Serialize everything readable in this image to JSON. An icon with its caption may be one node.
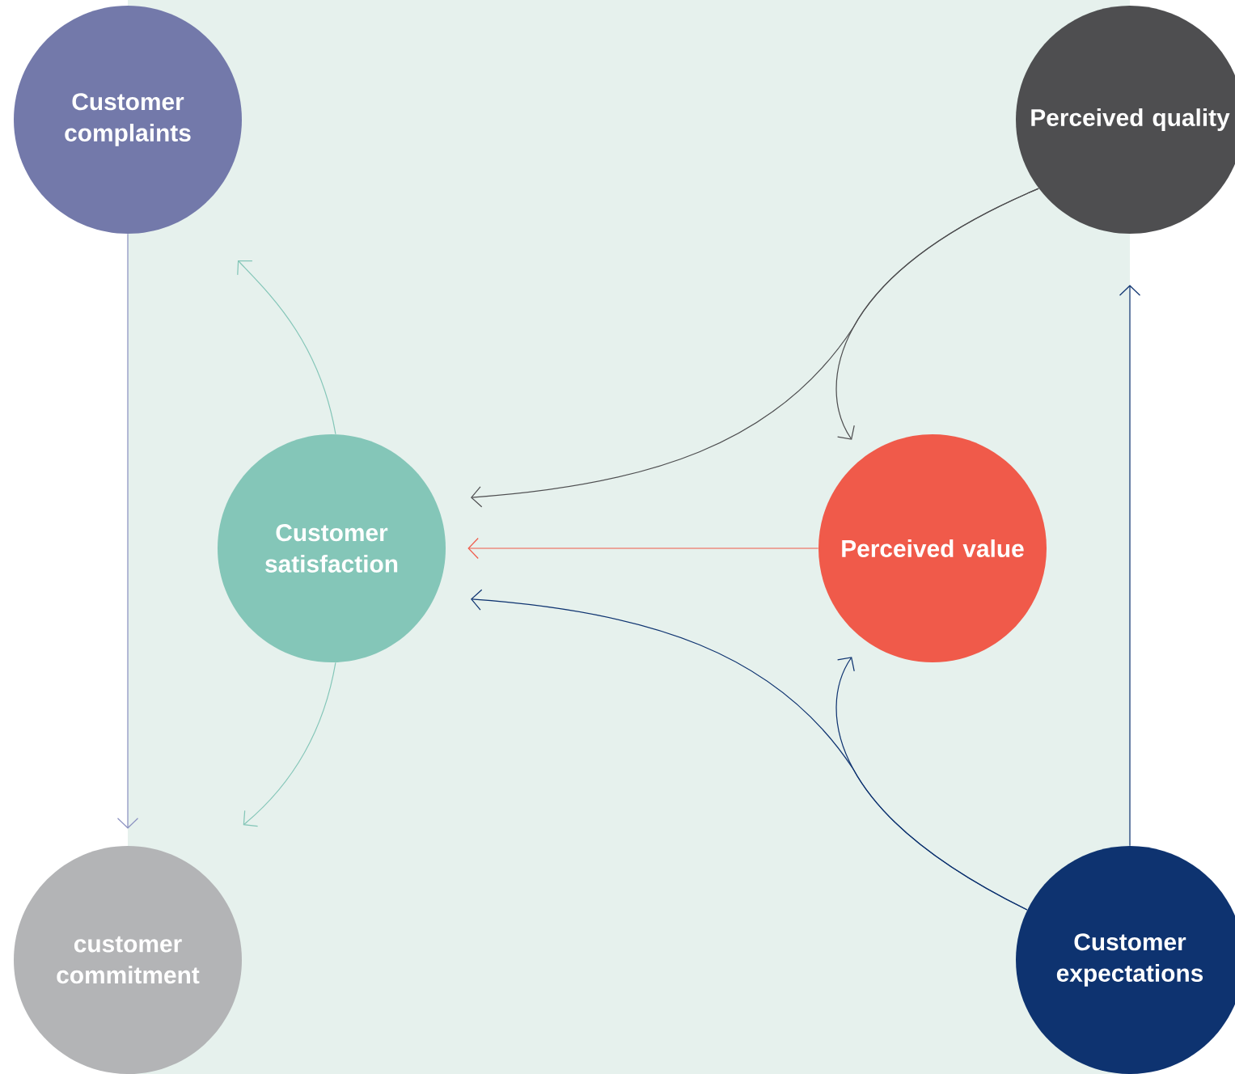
{
  "diagram": {
    "nodes": [
      {
        "text": [
          "Customer complaints"
        ]
      },
      {
        "text": [
          "Perceived quality"
        ]
      },
      {
        "text": [
          "Customer satisfaction"
        ]
      },
      {
        "text": [
          "Perceived value"
        ]
      },
      {
        "text": [
          "customer commitment"
        ]
      },
      {
        "text": [
          "Customer expectations"
        ]
      }
    ],
    "edges": [
      {
        "from": 0,
        "to": 4,
        "arrow": "to",
        "color": "#8a90c0"
      },
      {
        "from": 2,
        "to": 0,
        "arrow": "to",
        "color": "#84c6b8"
      },
      {
        "from": 2,
        "to": 4,
        "arrow": "to",
        "color": "#84c6b8"
      },
      {
        "from": 1,
        "to": 2,
        "arrow": "to",
        "color": "#4e4e50"
      },
      {
        "from": 1,
        "to": 3,
        "arrow": "to",
        "color": "#4e4e50"
      },
      {
        "from": 3,
        "to": 2,
        "arrow": "to",
        "color": "#f05a4a"
      },
      {
        "from": 5,
        "to": 2,
        "arrow": "to",
        "color": "#0e3370"
      },
      {
        "from": 5,
        "to": 3,
        "arrow": "to",
        "color": "#0e3370"
      },
      {
        "from": 5,
        "to": 1,
        "arrow": "to",
        "color": "#0e3370"
      }
    ]
  }
}
